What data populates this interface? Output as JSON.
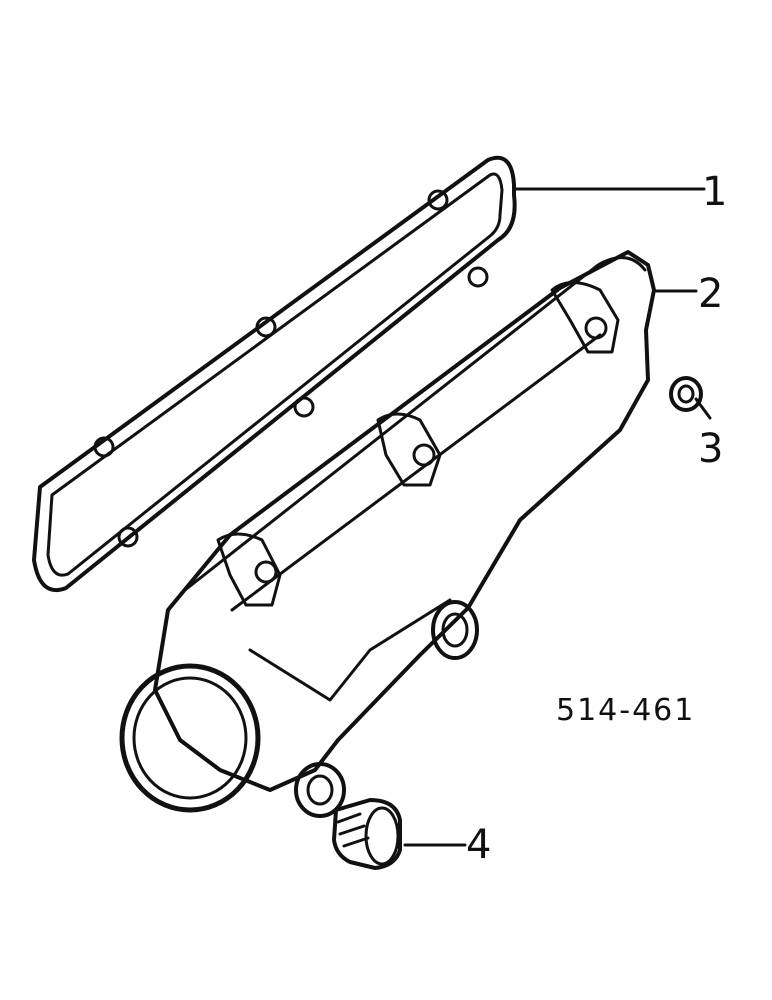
{
  "diagram": {
    "figure_number": "514-461",
    "callouts": [
      {
        "id": "1",
        "label": "1"
      },
      {
        "id": "2",
        "label": "2"
      },
      {
        "id": "3",
        "label": "3"
      },
      {
        "id": "4",
        "label": "4"
      }
    ]
  },
  "colors": {
    "ink": "#111111",
    "paper": "#ffffff"
  }
}
